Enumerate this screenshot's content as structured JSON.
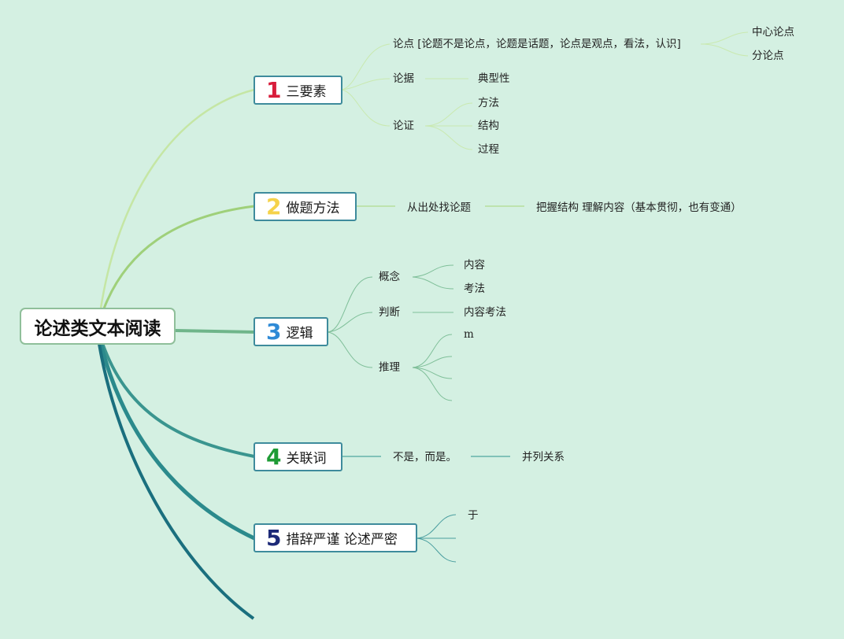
{
  "root": {
    "label": "论述类文本阅读"
  },
  "branches": [
    {
      "num": "1",
      "num_color": "#d81e3c",
      "label": "三要素"
    },
    {
      "num": "2",
      "num_color": "#f5d24a",
      "label": "做题方法"
    },
    {
      "num": "3",
      "num_color": "#2f8ad6",
      "label": "逻辑"
    },
    {
      "num": "4",
      "num_color": "#1e9b35",
      "label": "关联词"
    },
    {
      "num": "5",
      "num_color": "#1d2a78",
      "label": "措辞严谨 论述严密"
    }
  ],
  "b1": {
    "lundian": "论点 [论题不是论点，论题是话题，论点是观点，看法，认识]",
    "zhongxin": "中心论点",
    "fen": "分论点",
    "lunju": "论据",
    "dianxing": "典型性",
    "lunzheng": "论证",
    "fangfa": "方法",
    "jiegou": "结构",
    "guocheng": "过程"
  },
  "b2": {
    "a": "从出处找论题",
    "b": "把握结构 理解内容（基本贯彻，也有变通）"
  },
  "b3": {
    "gainian": "概念",
    "neirong": "内容",
    "kaofa": "考法",
    "panduan": "判断",
    "neirong_kaofa": "内容考法",
    "tuili": "推理",
    "m": "m"
  },
  "b4": {
    "a": "不是，而是。",
    "b": "并列关系"
  },
  "b5": {
    "yu": "于"
  }
}
